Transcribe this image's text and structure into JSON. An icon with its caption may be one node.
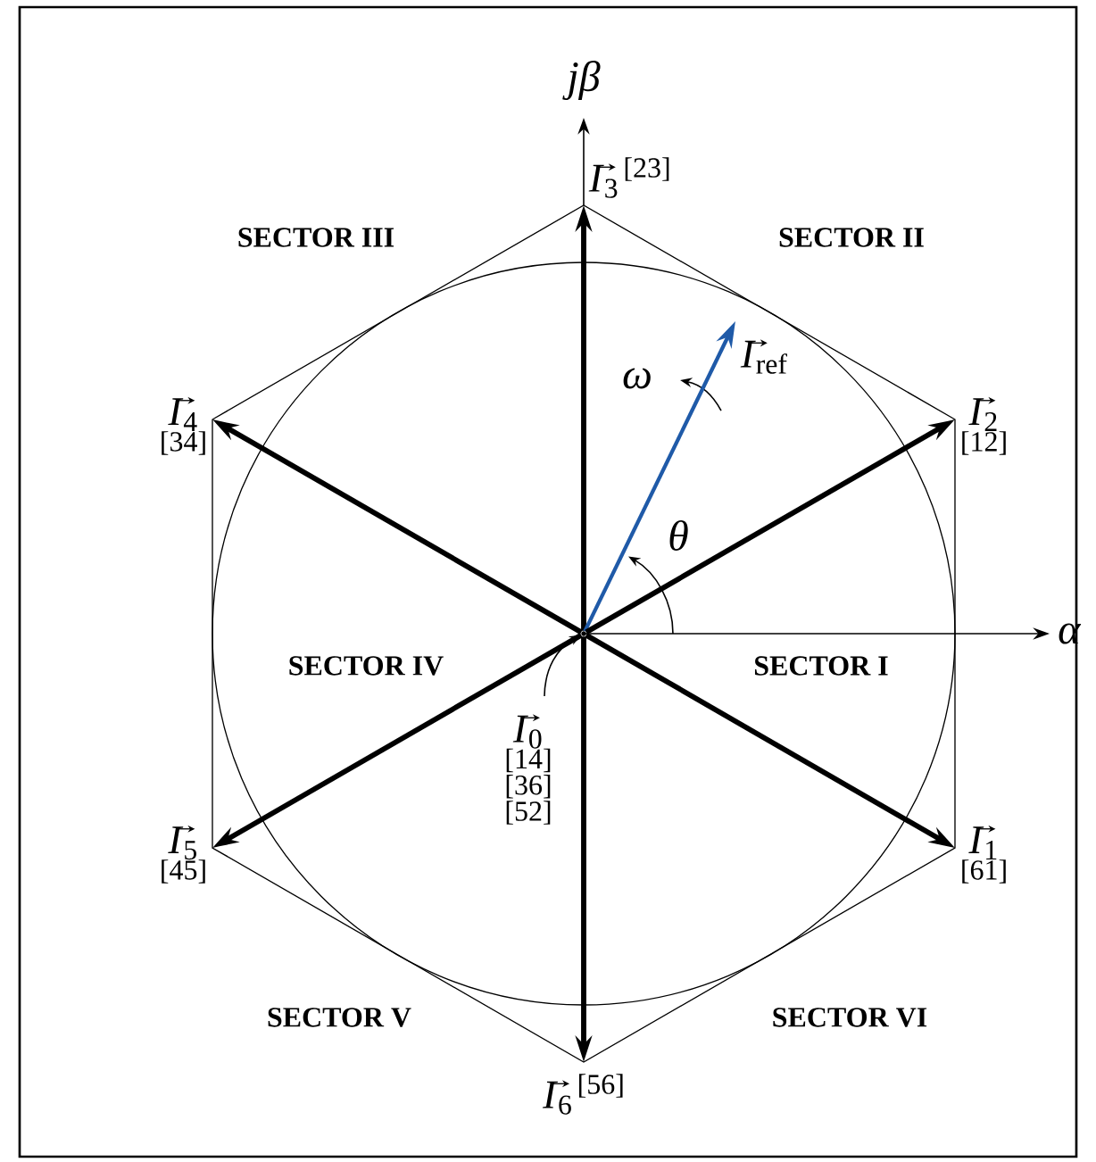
{
  "diagram": {
    "nodes": [
      {
        "text": [
          "*I*$_{3}$",
          "[23]"
        ]
      },
      {
        "text": [
          "*I*$_{ref}$"
        ]
      },
      {
        "text": [
          "*I*$_{4}$",
          "[34]"
        ]
      },
      {
        "text": [
          "*I*$_{2}$",
          "[12]"
        ]
      },
      {
        "text": [],
        "shape": "point"
      },
      {
        "text": [
          "*I*$_{0}$",
          "[14]",
          "[36]",
          "[52]"
        ]
      },
      {
        "text": [
          "*I*$_{5}$",
          "[45]"
        ]
      },
      {
        "text": [
          "*I*$_{1}$",
          "[61]"
        ]
      },
      {
        "text": [
          "*I*$_{6}$",
          "[56]"
        ]
      }
    ],
    "edges": [
      {
        "from": 4,
        "to": 0,
        "arrow": "to"
      },
      {
        "from": 4,
        "to": 1,
        "arrow": "to",
        "color": "#1f5aa8"
      },
      {
        "from": 4,
        "to": 2,
        "arrow": "to"
      },
      {
        "from": 4,
        "to": 3,
        "arrow": "to"
      },
      {
        "from": 5,
        "to": 4,
        "arrow": "to"
      },
      {
        "from": 4,
        "to": 6,
        "arrow": "to"
      },
      {
        "from": 4,
        "to": 7,
        "arrow": "to"
      },
      {
        "from": 4,
        "to": 8,
        "arrow": "to"
      }
    ],
    "labels": [
      "jβ",
      "SECTOR III",
      "SECTOR  II",
      "ω",
      "θ",
      "α",
      "SECTOR IV",
      "SECTOR  I",
      "SECTOR V",
      "SECTOR VI"
    ]
  }
}
